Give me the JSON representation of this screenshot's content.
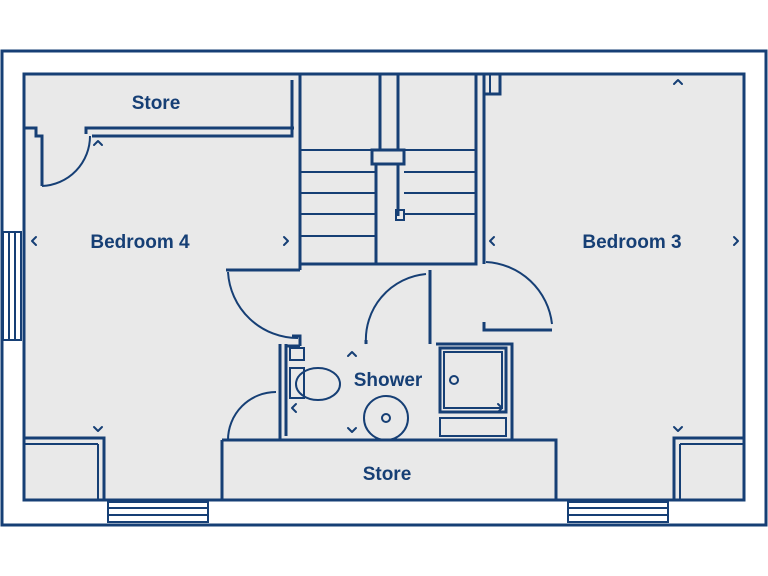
{
  "rooms": {
    "store_top": "Store",
    "bedroom_4": "Bedroom 4",
    "bedroom_3": "Bedroom 3",
    "shower": "Shower",
    "store_bottom": "Store"
  },
  "colors": {
    "wall": "#163f75",
    "floor": "#e9e9e9",
    "background": "#ffffff"
  }
}
